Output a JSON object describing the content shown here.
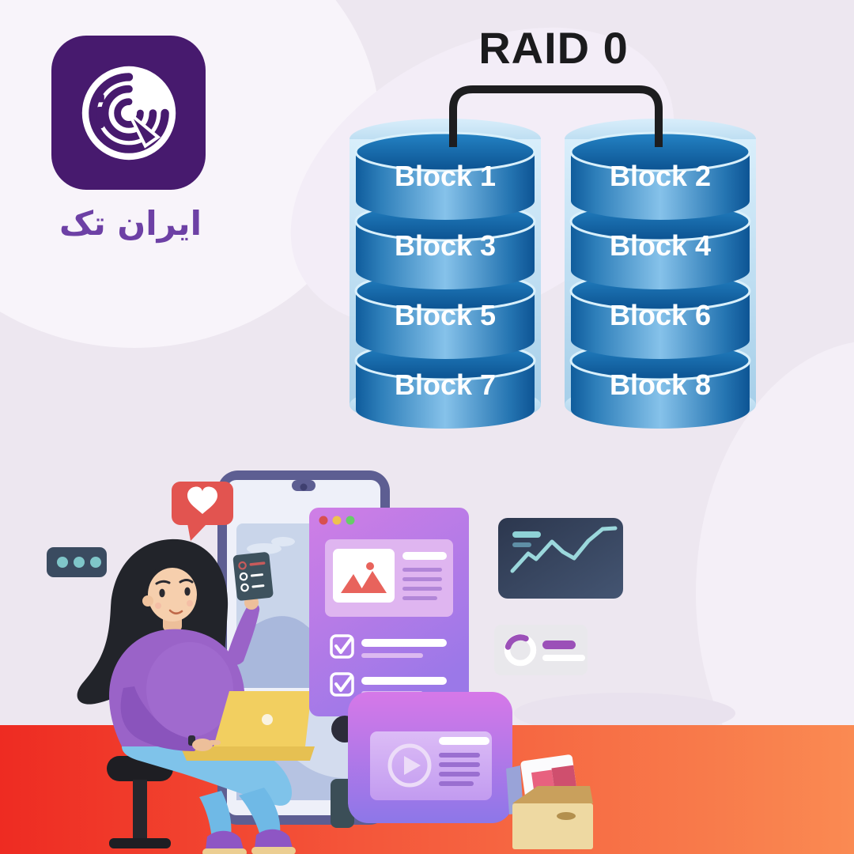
{
  "page": {
    "background": "#ede7f0",
    "footer_band": {
      "left_color": "#ee2b22",
      "right_color": "#fa8a52"
    }
  },
  "brand": {
    "caption": "ایران تک",
    "tile_color": "#471a6e",
    "caption_color": "#6d40a5"
  },
  "diagram": {
    "title": "RAID 0",
    "connector_color": "#1d1d1f",
    "label_color": "#ffffff",
    "disk_colors": {
      "outer_shell": "#bcdef2",
      "body": "#2e7fba",
      "top_face": "#11639f"
    },
    "disks": [
      {
        "id": "disk-a",
        "blocks": [
          "Block 1",
          "Block 3",
          "Block 5",
          "Block 7"
        ]
      },
      {
        "id": "disk-b",
        "blocks": [
          "Block 2",
          "Block 4",
          "Block 6",
          "Block 8"
        ]
      }
    ]
  },
  "illustration": {
    "accent_purple": "#9a63c8",
    "panel_top_color": "#d07ee6",
    "panel_bottom_color": "#9b78e8",
    "heart_bubble_color": "#e25450",
    "laptop_color": "#f2cf60",
    "chart_card_color": "#2c374e",
    "chart_line_color": "#9bd8dc",
    "donut_arc_color": "#9b50b8",
    "phone_frame_color": "#5d5e92"
  }
}
